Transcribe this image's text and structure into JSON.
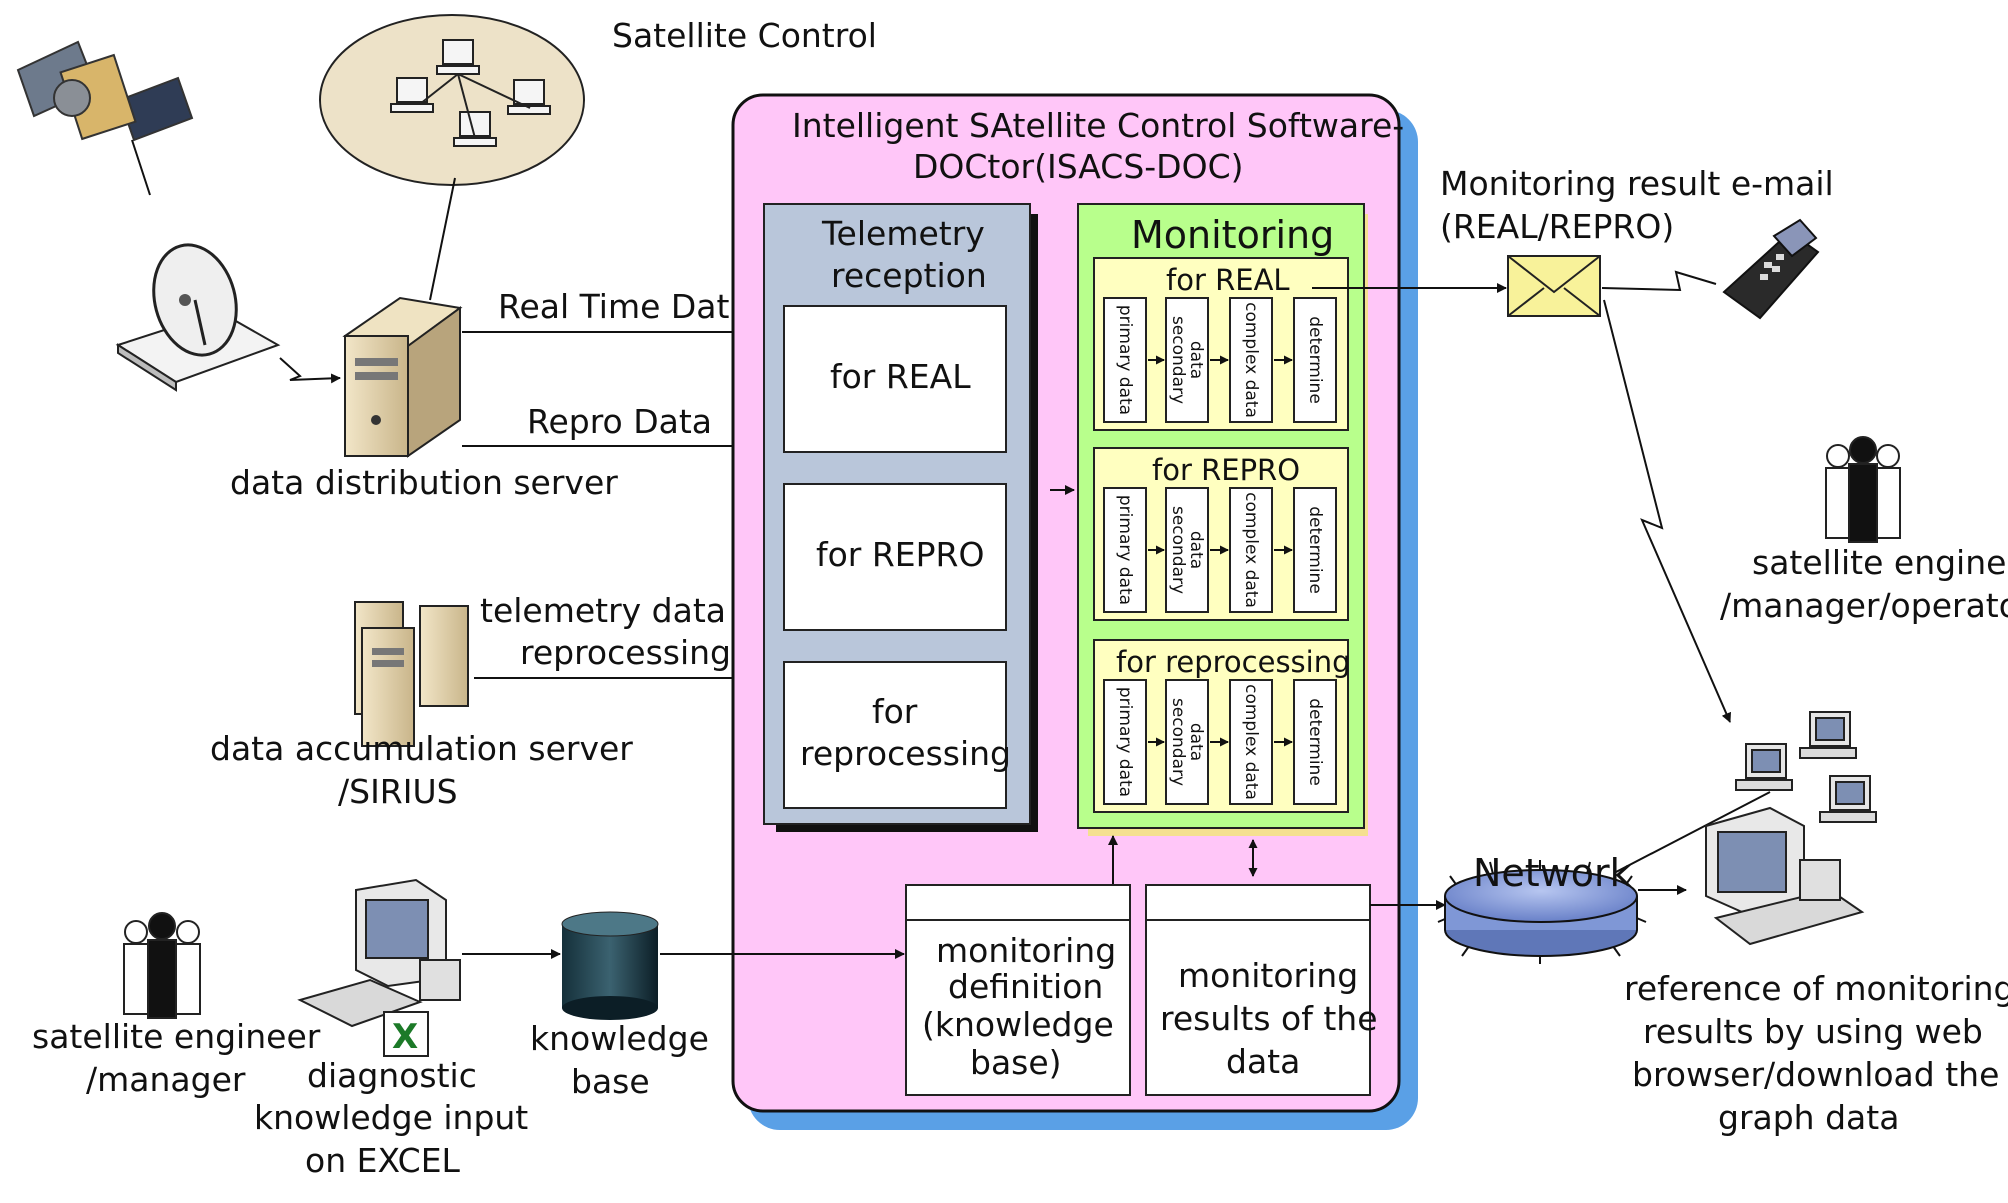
{
  "satellite_control": "Satellite Control",
  "isacs_title": [
    "Intelligent SAtellite Control Software-",
    "DOCtor(ISACS-DOC)"
  ],
  "flows": {
    "real_time_data": "Real Time Data",
    "repro_data": "Repro Data",
    "telemetry_reprocessing": [
      "telemetry data for",
      "reprocessing"
    ]
  },
  "servers": {
    "distribution": "data distribution server",
    "accumulation": [
      "data accumulation server",
      "/SIRIUS"
    ]
  },
  "telemetry_reception": {
    "title": [
      "Telemetry",
      "reception"
    ],
    "items": [
      "for REAL",
      "for REPRO",
      [
        "for",
        "reprocessing"
      ]
    ]
  },
  "monitoring": {
    "title": "Monitoring",
    "groups": [
      "for REAL",
      "for REPRO",
      "for reprocessing"
    ],
    "steps": [
      [
        "primary data"
      ],
      [
        "secondary",
        "data"
      ],
      [
        "complex data"
      ],
      [
        "determine"
      ]
    ]
  },
  "definition_box": [
    "monitoring",
    "definition",
    "(knowledge",
    "base)"
  ],
  "results_box": [
    "monitoring",
    "results of the",
    "data"
  ],
  "knowledge_base": [
    "knowledge",
    "base"
  ],
  "excel_input": [
    "diagnostic",
    "knowledge input",
    "on EXCEL"
  ],
  "engineer_left": [
    "satellite engineer",
    "/manager"
  ],
  "engineer_right": [
    "satellite engineer",
    "/manager/operator"
  ],
  "email": [
    "Monitoring result e-mail",
    "(REAL/REPRO)"
  ],
  "network": "Network",
  "web_reference": [
    "reference of monitoring",
    "results by using web",
    "browser/download the",
    "graph data"
  ],
  "colors": {
    "isacs_bg": "#ffc6f8",
    "isacs_shadow": "#5aa0e6",
    "telemetry_bg": "#b9c6da",
    "monitoring_bg": "#b8ff8c",
    "group_bg": "#ffffc0",
    "network": "#7f97d6",
    "envelope": "#f8f29a"
  }
}
